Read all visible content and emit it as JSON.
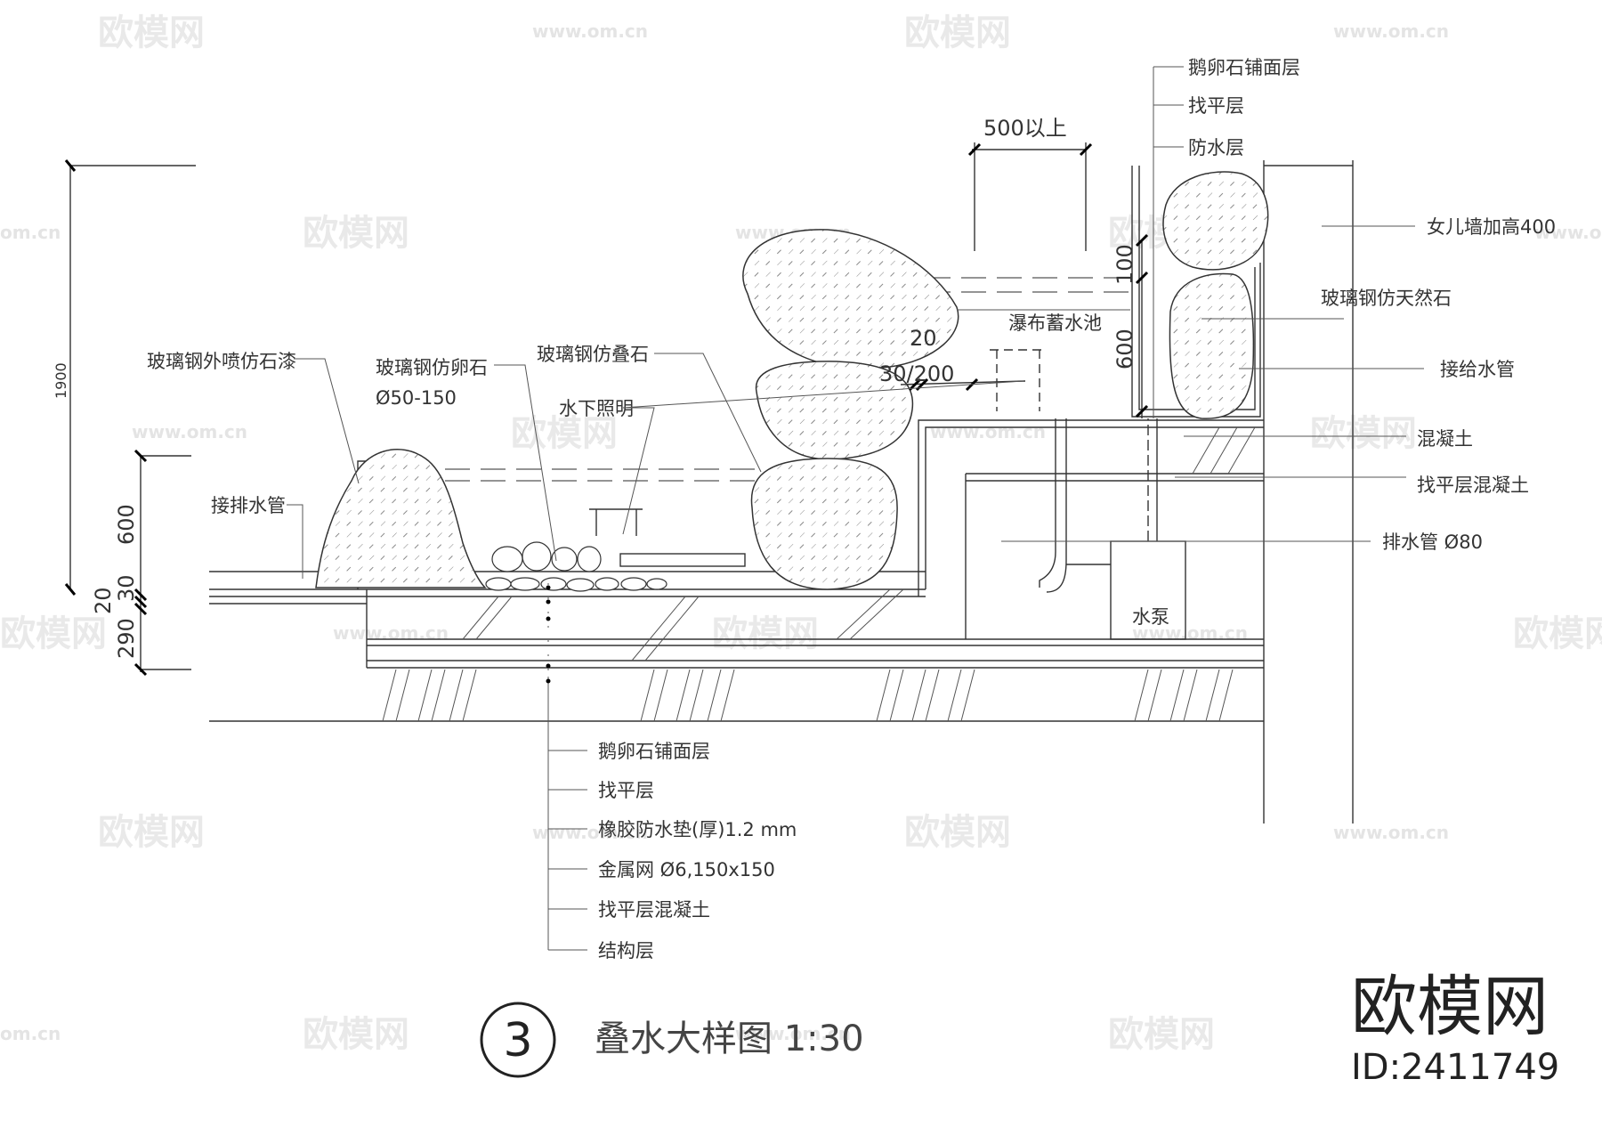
{
  "labels": {
    "dim_1900": "1900",
    "dim_600_left": "600",
    "dim_30_left": "30",
    "dim_20_left": "20",
    "dim_290": "290",
    "dim_500": "500以上",
    "dim_20_top": "20",
    "dim_30_200": "30/200",
    "dim_100": "100",
    "dim_600_right": "600",
    "frp_spray": "玻璃钢外喷仿石漆",
    "frp_pebble": "玻璃钢仿卵石",
    "pebble_size": "Ø50-150",
    "frp_stack": "玻璃钢仿叠石",
    "underwater_light": "水下照明",
    "drain_connect": "接排水管",
    "waterfall_pool": "瀑布蓄水池",
    "r_pebble_surface": "鹅卵石铺面层",
    "r_leveling": "找平层",
    "r_waterproof": "防水层",
    "parapet": "女儿墙加高400",
    "frp_natural": "玻璃钢仿天然石",
    "supply_pipe": "接给水管",
    "concrete": "混凝土",
    "leveling_concrete": "找平层混凝土",
    "drain_pipe": "排水管 Ø80",
    "pump": "水泵",
    "b_pebble_surface": "鹅卵石铺面层",
    "b_leveling": "找平层",
    "b_rubber": "橡胶防水垫(厚)1.2   mm",
    "b_mesh": "金属网  Ø6,150x150",
    "b_leveling_concrete": "找平层混凝土",
    "b_structure": "结构层",
    "detail_number": "3",
    "title": "叠水大样图  1:30"
  },
  "watermarks": {
    "logo": "欧模网",
    "url": "www.om.cn",
    "url_short": "om.cn",
    "brand": "欧模网",
    "id": "ID:2411749"
  }
}
